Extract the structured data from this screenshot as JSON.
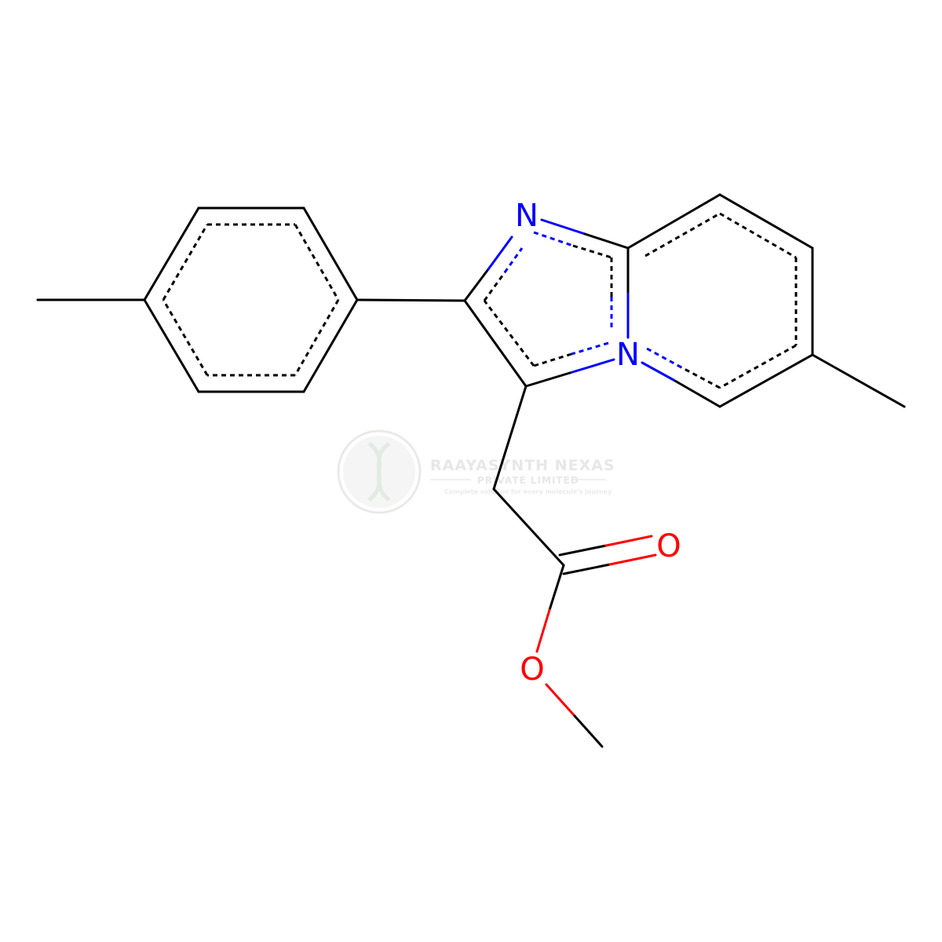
{
  "colors": {
    "carbon_bond": "#000000",
    "nitrogen": "#0000ff",
    "oxygen": "#ff0000",
    "background": "#ffffff",
    "watermark": "#cfd3cf"
  },
  "atoms": {
    "n_imidazole": "N",
    "n_bridgehead": "N",
    "o_carbonyl": "O",
    "o_ester": "O"
  },
  "watermark": {
    "title": "RAAYASYNTH NEXAS",
    "subtitle": "PRIVATE LIMITED",
    "tagline": "Complete solution for every molecule's journey"
  }
}
